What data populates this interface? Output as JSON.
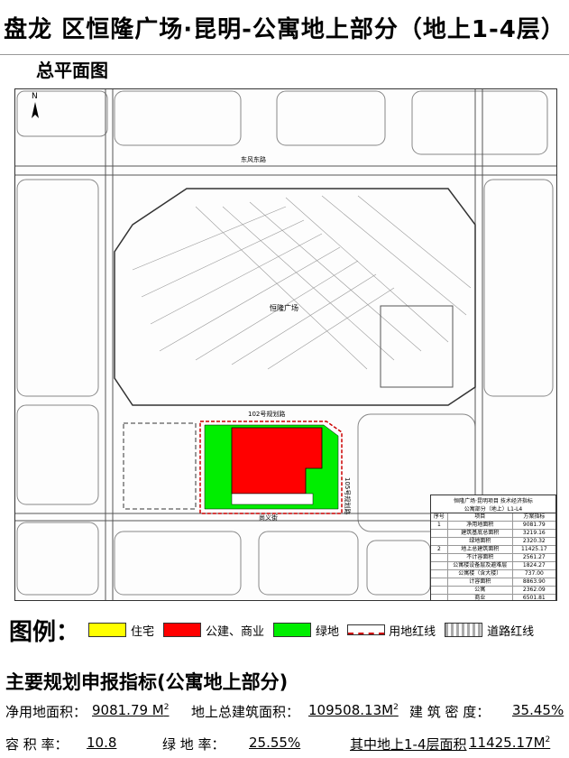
{
  "header": {
    "title": "盘龙 区恒隆广场·昆明-公寓地上部分（地上1-4层）",
    "subtitle": "总平面图"
  },
  "map": {
    "north_label": "N",
    "street_labels": [
      "东风东路",
      "102号规划路",
      "105号规划路",
      "尚义街"
    ],
    "site_label": "恒隆广场"
  },
  "table": {
    "title": "恒隆广场·昆明项目 技术经济指标",
    "subtitle": "公寓部分（地上）L1-L4",
    "headers": [
      "序号",
      "项目",
      "方案指标"
    ],
    "rows": [
      {
        "no": "1",
        "item": "净用地面积",
        "value": "9081.79"
      },
      {
        "no": "",
        "item": "建筑基底总面积",
        "value": "3219.16"
      },
      {
        "no": "",
        "item": "绿地面积",
        "value": "2320.32"
      },
      {
        "no": "2",
        "item": "地上总建筑面积",
        "value": "11425.17"
      },
      {
        "no": "",
        "item": "不计容面积",
        "value": "2561.27"
      },
      {
        "no": "",
        "item": "公寓楼设备层及避难层",
        "value": "1824.27"
      },
      {
        "no": "",
        "item": "公寓楼（含大楼）",
        "value": "737.00"
      },
      {
        "no": "",
        "item": "计容面积",
        "value": "8863.90"
      },
      {
        "no": "",
        "item": "公寓",
        "value": "2362.09"
      },
      {
        "no": "",
        "item": "商业",
        "value": "6501.81"
      }
    ]
  },
  "legend": {
    "title": "图例：",
    "items": [
      {
        "label": "住宅",
        "color": "#ffff00"
      },
      {
        "label": "公建、商业",
        "color": "#ff0000"
      },
      {
        "label": "绿地",
        "color": "#00ee00"
      },
      {
        "label": "用地红线"
      },
      {
        "label": "道路红线"
      }
    ]
  },
  "indicators": {
    "title": "主要规划申报指标(公寓地上部分)",
    "net_land_label": "净用地面积：",
    "net_land_value": "9081.79 M",
    "total_area_label": "地上总建筑面积：",
    "total_area_value": "109508.13M",
    "density_label": "建 筑 密 度：",
    "density_value": "35.45%",
    "far_label": "容 积 率：",
    "far_value": "10.8",
    "green_label": "绿 地 率：",
    "green_value": "25.55%",
    "floor_area_label": "其中地上1-4层面积",
    "floor_area_value": "11425.17M",
    "unit_sup": "2"
  }
}
